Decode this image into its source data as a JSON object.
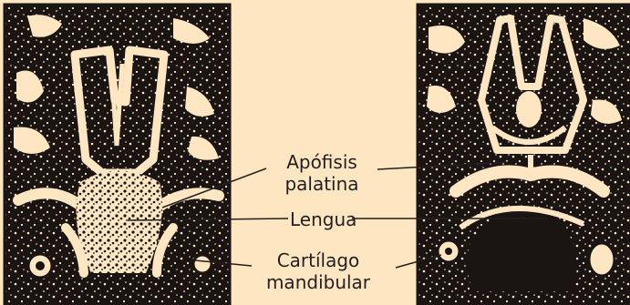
{
  "colors": {
    "background": "#ffe6c2",
    "tissue_dark": "#1a1413",
    "tissue_light": "#ffe6c2",
    "label_text": "#231f20",
    "leader_line": "#231f20"
  },
  "labels": {
    "apofisis_line1": "Apófisis",
    "apofisis_line2": "palatina",
    "lengua": "Lengua",
    "cartilago_line1": "Cartílago",
    "cartilago_line2": "mandibular"
  }
}
